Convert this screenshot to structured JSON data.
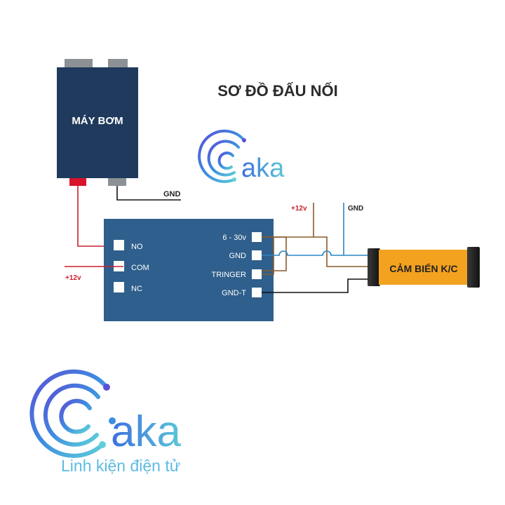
{
  "title": "SƠ ĐỒ ĐẤU NỐI",
  "pump": {
    "label": "MÁY BƠM"
  },
  "pump_gnd_label": "GND",
  "module": {
    "left_pins": [
      "NO",
      "COM",
      "NC"
    ],
    "right_pins": [
      "6 - 30v",
      "GND",
      "TRINGER",
      "GND-T"
    ]
  },
  "com_supply_label": "+12v",
  "sensor_supply": {
    "vcc_label": "+12v",
    "gnd_label": "GND"
  },
  "sensor": {
    "label": "CẢM BIẾN K/C"
  },
  "logo_small": {
    "text": "aka"
  },
  "logo_large": {
    "text": "aka",
    "tagline": "Linh kiện điện tử"
  },
  "colors": {
    "pump_body": "#1f3a5c",
    "module_body": "#2f5f8c",
    "sensor_body": "#f3a21f",
    "wire_red": "#c8202f",
    "wire_brown": "#8a5a2b",
    "wire_blue": "#2a86c6",
    "wire_black": "#111111",
    "logo_blue": "#3d6fd8",
    "logo_teal": "#5ec8d8"
  }
}
